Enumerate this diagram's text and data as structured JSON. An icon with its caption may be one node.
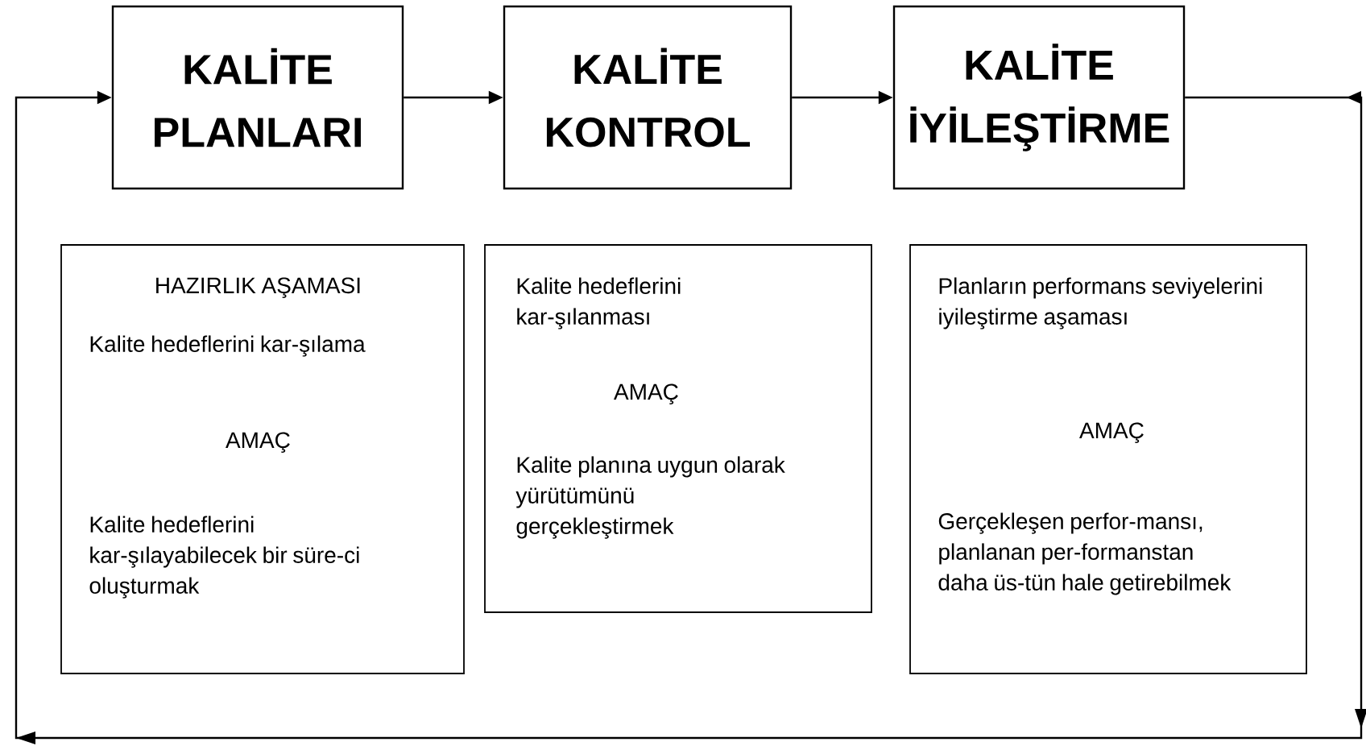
{
  "diagram": {
    "nodes": [
      {
        "text": [
          "KALİTE PLANLARI"
        ]
      },
      {
        "text": [
          "KALİTE KONTROL"
        ]
      },
      {
        "text": [
          "KALİTE İYİLEŞTİRME"
        ]
      },
      {
        "text": [
          "HAZIRLIK AŞAMASI",
          "Kalite hedeflerini kar-şılama",
          "AMAÇ",
          "Kalite hedeflerini kar-şılayabilecek bir süre-ci oluşturmak"
        ]
      },
      {
        "text": [
          "Kalite hedeflerini kar-şılanması",
          "AMAÇ",
          "Kalite planına uygun olarak yürütümünü gerçekleştirmek"
        ]
      },
      {
        "text": [
          "Planların performans seviyelerini iyileştirme aşaması",
          "AMAÇ",
          "Gerçekleşen perfor-mansı, planlanan per-formanstan daha üs-tün hale getirebilmek"
        ]
      }
    ],
    "edges": [
      {
        "from": 0,
        "to": 1,
        "arrow": "to"
      },
      {
        "from": 1,
        "to": 2,
        "arrow": "to"
      },
      {
        "from": 2,
        "to": 0,
        "arrow": "to"
      }
    ]
  }
}
